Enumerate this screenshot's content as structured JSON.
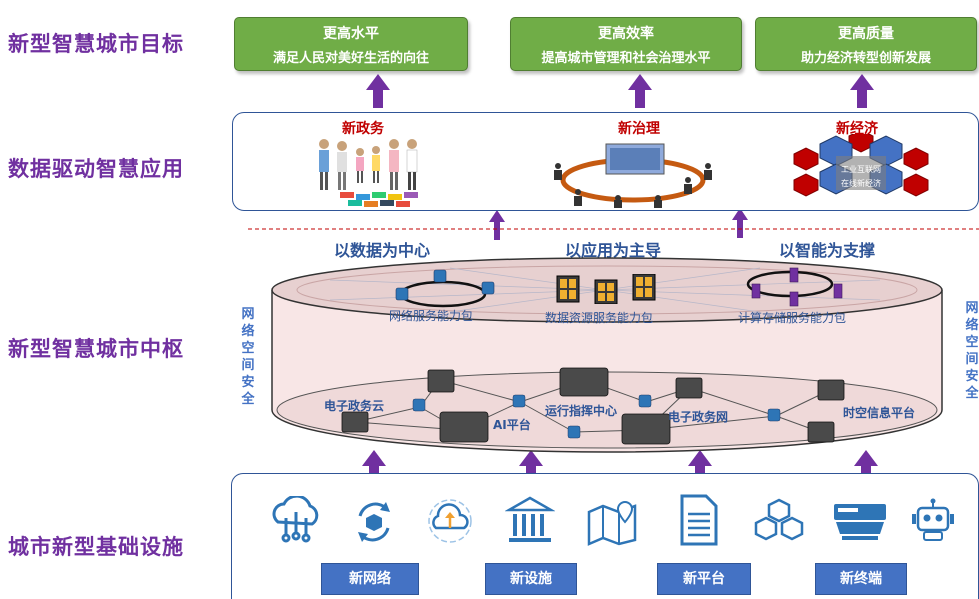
{
  "rows": {
    "goals": "新型智慧城市目标",
    "apps": "数据驱动智慧应用",
    "hub": "新型智慧城市中枢",
    "infra": "城市新型基础设施"
  },
  "goals": [
    {
      "title": "更高水平",
      "desc": "满足人民对美好生活的向往"
    },
    {
      "title": "更高效率",
      "desc": "提高城市管理和社会治理水平"
    },
    {
      "title": "更高质量",
      "desc": "助力经济转型创新发展"
    }
  ],
  "apps": [
    {
      "title": "新政务"
    },
    {
      "title": "新治理"
    },
    {
      "title": "新经济",
      "hex_labels": [
        "工业互联网",
        "在线新经济"
      ]
    }
  ],
  "principles": [
    "以数据为中心",
    "以应用为主导",
    "以智能为支撑"
  ],
  "hub": {
    "top_packs": [
      "网络服务能力包",
      "数据资源服务能力包",
      "计算存储服务能力包"
    ],
    "bottom_nodes": [
      "电子政务云",
      "AI平台",
      "运行指挥中心",
      "电子政务网",
      "时空信息平台"
    ],
    "side_label": [
      "网",
      "络",
      "空",
      "间",
      "安",
      "全"
    ]
  },
  "infra": {
    "buttons": [
      "新网络",
      "新设施",
      "新平台",
      "新终端"
    ],
    "icons": [
      "cloud-network-icon",
      "sync-cube-icon",
      "cloud-upload-icon",
      "bank-building-icon",
      "map-pin-icon",
      "document-icon",
      "cubes-icon",
      "server-device-icon",
      "robot-icon"
    ]
  },
  "colors": {
    "purple": "#7030a0",
    "green": "#70ad47",
    "blue": "#2f5597",
    "arrow": "#7030a0",
    "cylinder": "#f8e6e6"
  }
}
